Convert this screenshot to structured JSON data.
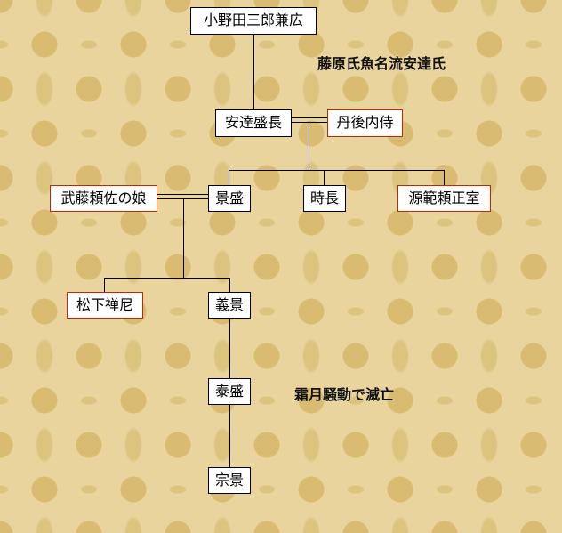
{
  "title": "藤原氏魚名流安達氏",
  "annotation": "霜月騒動で滅亡",
  "colors": {
    "background": "#e8d49c",
    "pattern": "#d9bc72",
    "box_border": "#000000",
    "spouse_border": "#cc2200"
  },
  "people": {
    "kanehiro": "小野田三郎兼広",
    "morinaga": "安達盛長",
    "tango_no_naishi": "丹後内侍",
    "kagemori": "景盛",
    "tokinaga": "時長",
    "noriyori_wife": "源範頼正室",
    "muto_daughter": "武藤頼佐の娘",
    "matsushita_zenni": "松下禅尼",
    "yoshikage": "義景",
    "yasumori": "泰盛",
    "munekage": "宗景"
  }
}
